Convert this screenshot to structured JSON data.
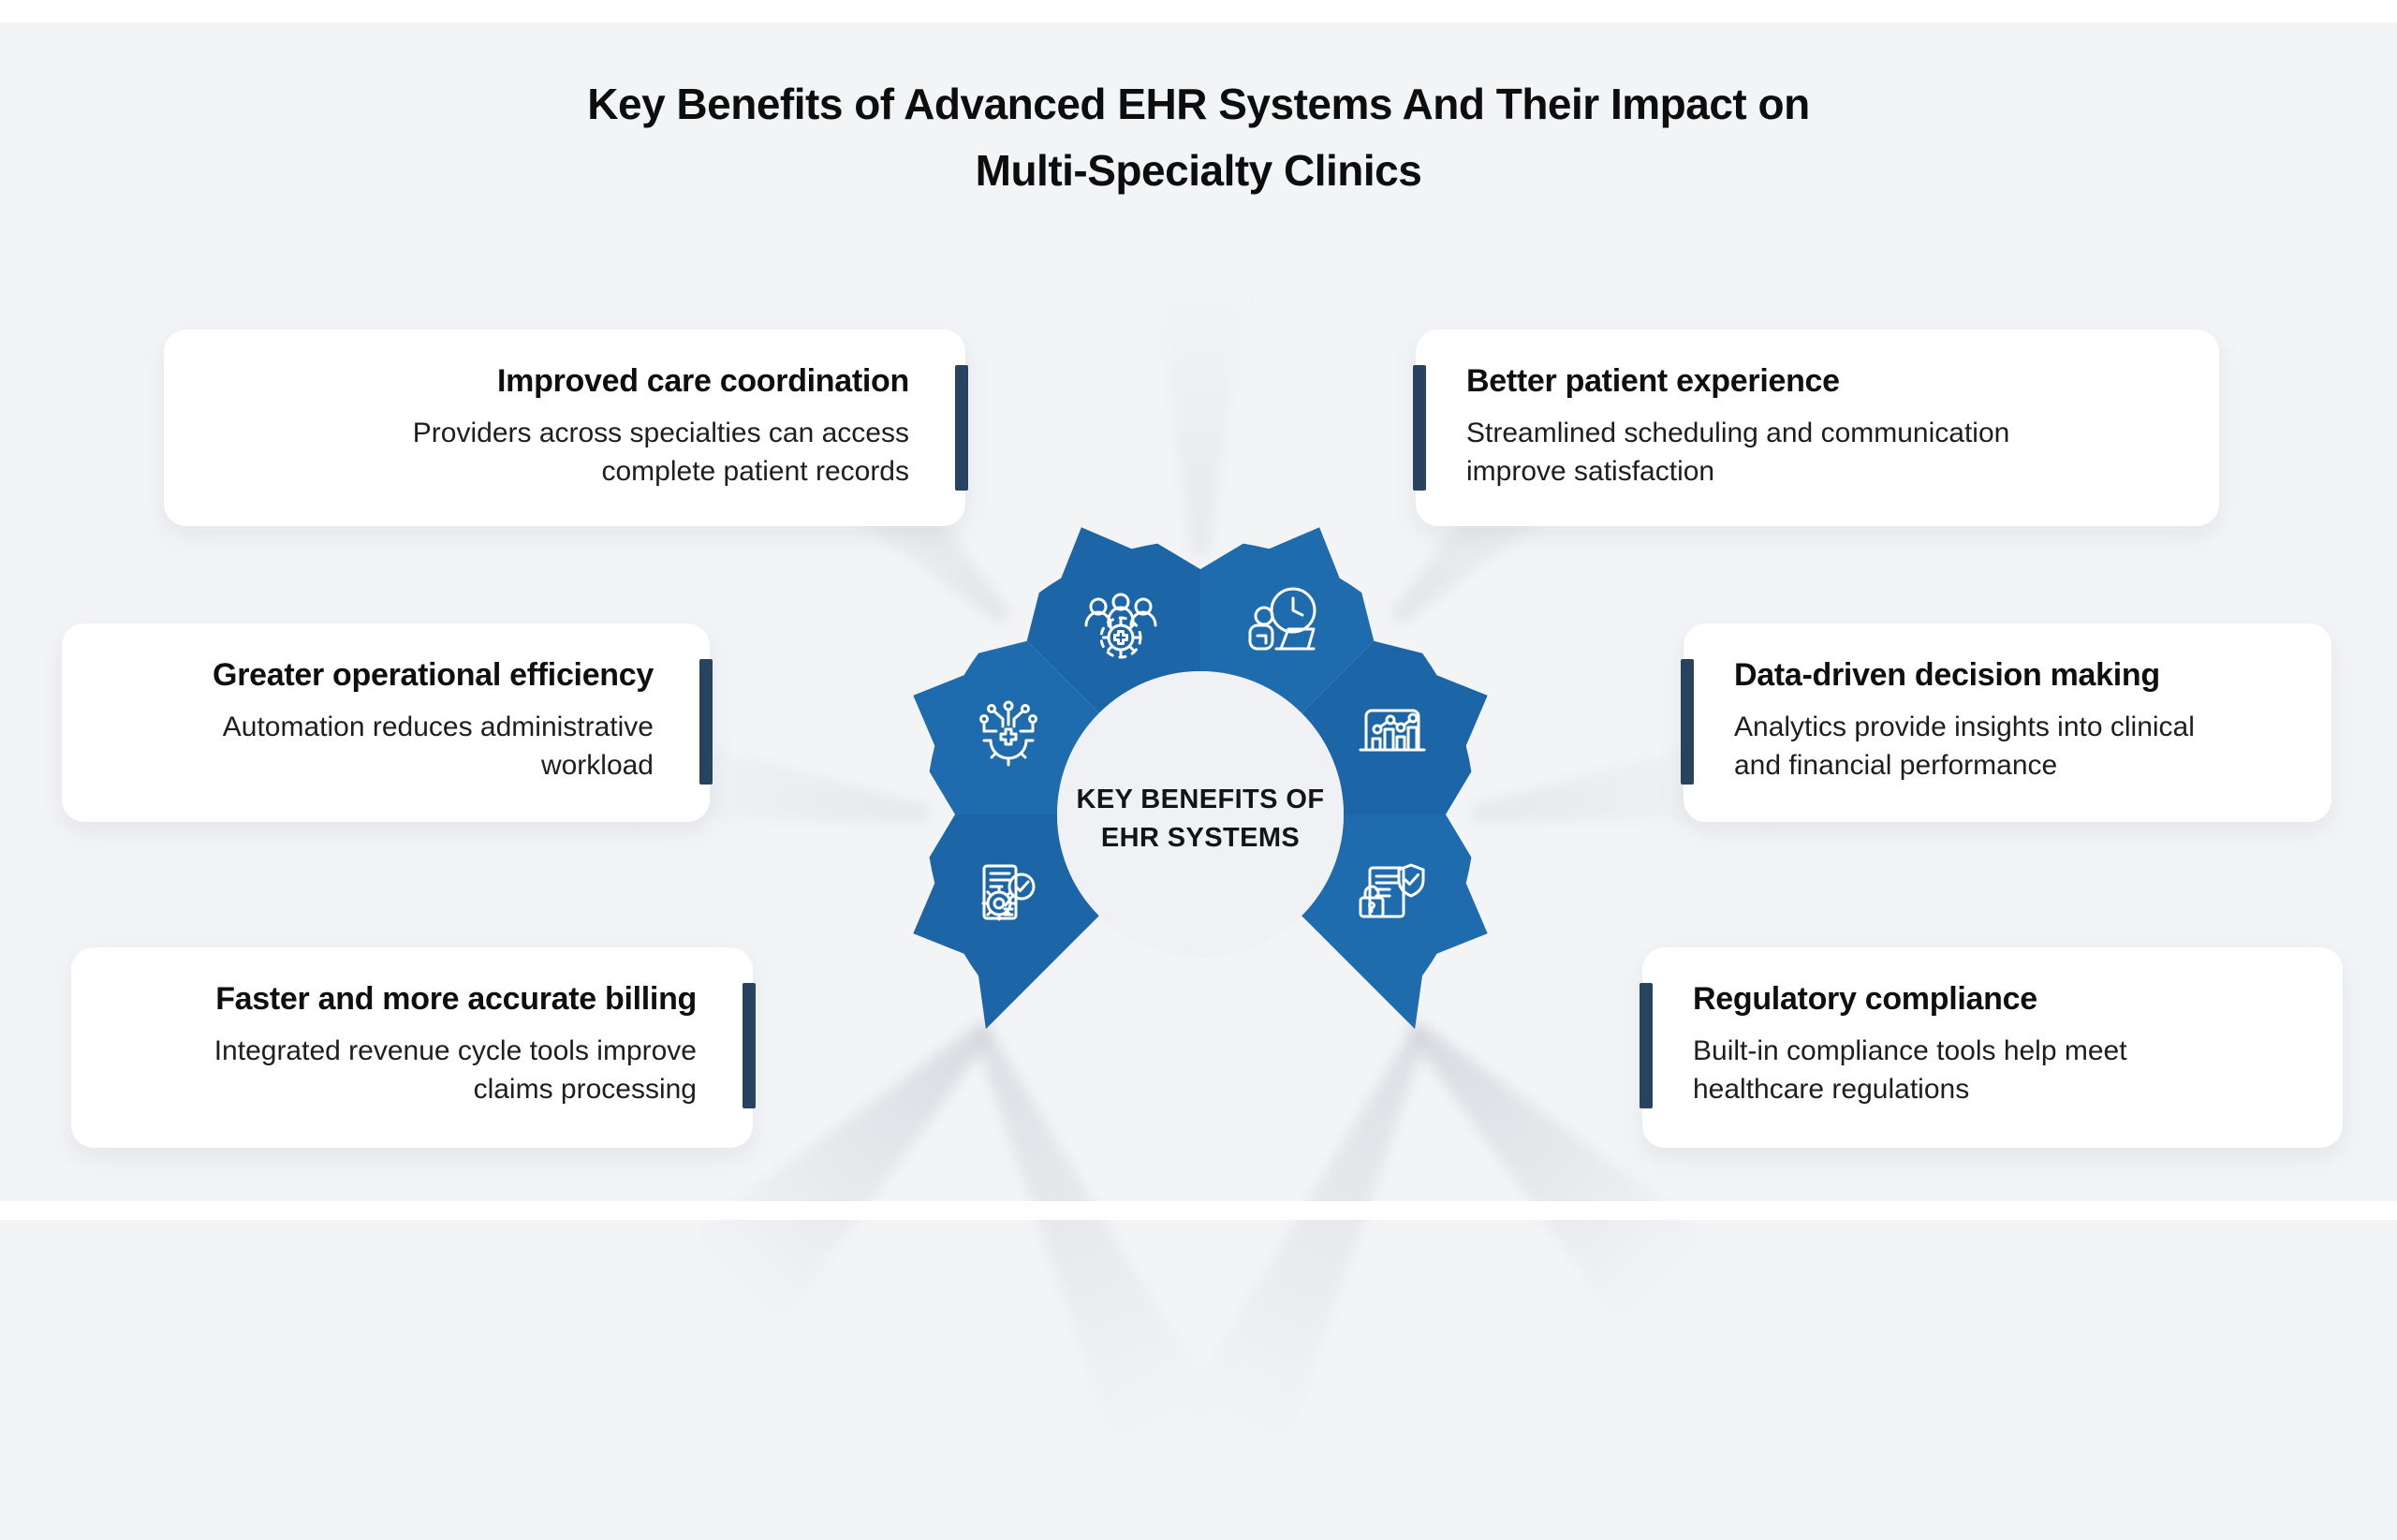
{
  "title": {
    "line1": "Key Benefits of Advanced EHR Systems And Their Impact on",
    "line2": "Multi-Specialty Clinics"
  },
  "center": {
    "line1": "KEY BENEFITS OF",
    "line2": "EHR SYSTEMS"
  },
  "benefits": [
    {
      "id": "improved-care-coordination",
      "side": "left",
      "title": "Improved care coordination",
      "body": "Providers across specialties can access\ncomplete patient records",
      "icon": "people-gear-icon"
    },
    {
      "id": "better-patient-experience",
      "side": "right",
      "title": "Better patient experience",
      "body": "Streamlined scheduling and communication\nimprove satisfaction",
      "icon": "person-clock-laptop-icon"
    },
    {
      "id": "greater-operational-efficiency",
      "side": "left",
      "title": "Greater operational efficiency",
      "body": "Automation reduces administrative\nworkload",
      "icon": "automation-circuit-gear-icon"
    },
    {
      "id": "data-driven-decision-making",
      "side": "right",
      "title": "Data-driven decision making",
      "body": "Analytics provide insights into clinical\nand financial performance",
      "icon": "analytics-chart-icon"
    },
    {
      "id": "faster-accurate-billing",
      "side": "left",
      "title": "Faster and more accurate billing",
      "body": "Integrated revenue cycle tools improve\nclaims processing",
      "icon": "billing-audit-icon"
    },
    {
      "id": "regulatory-compliance",
      "side": "right",
      "title": "Regulatory compliance",
      "body": "Built-in compliance tools help meet\nhealthcare regulations",
      "icon": "compliance-shield-lock-icon"
    }
  ],
  "colors": {
    "background": "#f3f4f6",
    "card_background": "#ffffff",
    "arc_blue": "#1e6bad",
    "arc_blue_alt": "#1c66a7",
    "accent_navy": "#274360",
    "title_text": "#0d0d0d",
    "body_text": "#1e1e1e",
    "icon_stroke": "#ffffff",
    "beam_gray": "#c9ced6",
    "inner_circle": "#eff1f4"
  }
}
